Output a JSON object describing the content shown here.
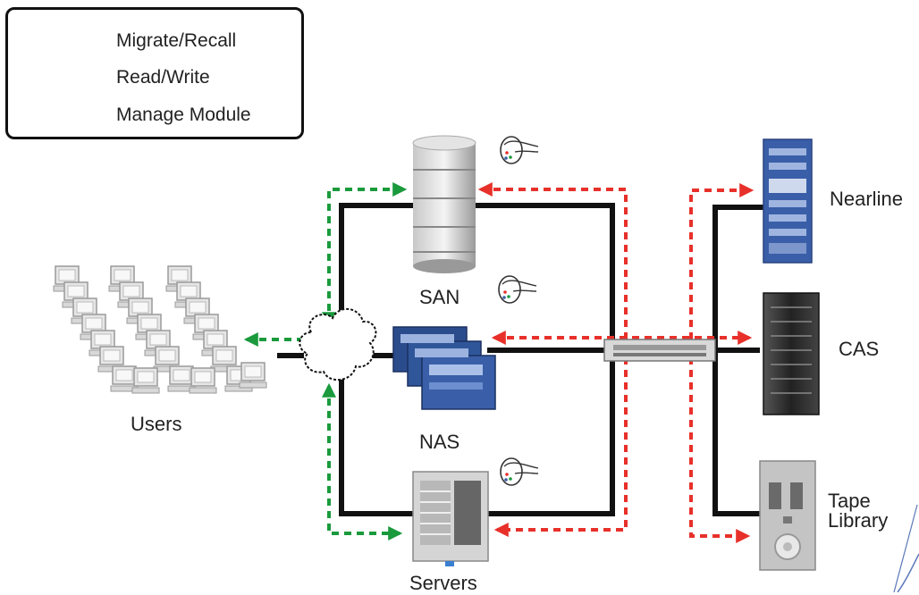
{
  "legend": {
    "migrate_recall": "Migrate/Recall",
    "read_write": "Read/Write",
    "manage_module": "Manage Module"
  },
  "labels": {
    "users": "Users",
    "san": "SAN",
    "nas": "NAS",
    "servers": "Servers",
    "nearline": "Nearline",
    "cas": "CAS",
    "tape_line1": "Tape",
    "tape_line2": "Library"
  },
  "colors": {
    "migrate_recall": "#e8302a",
    "read_write": "#1a9a3c",
    "cable": "#111111",
    "nas_blue": "#2b4c8c",
    "rack_blue": "#3a5fa8"
  },
  "icons": {
    "manage_module": "manage-module-icon",
    "users": "workstation-icon",
    "san": "database-stack-icon",
    "nas": "nas-appliance-icon",
    "servers": "server-tower-icon",
    "nearline": "rack-storage-icon",
    "cas": "storage-cabinet-icon",
    "tape": "tape-library-icon",
    "network": "cloud-icon",
    "switch": "switch-icon"
  }
}
